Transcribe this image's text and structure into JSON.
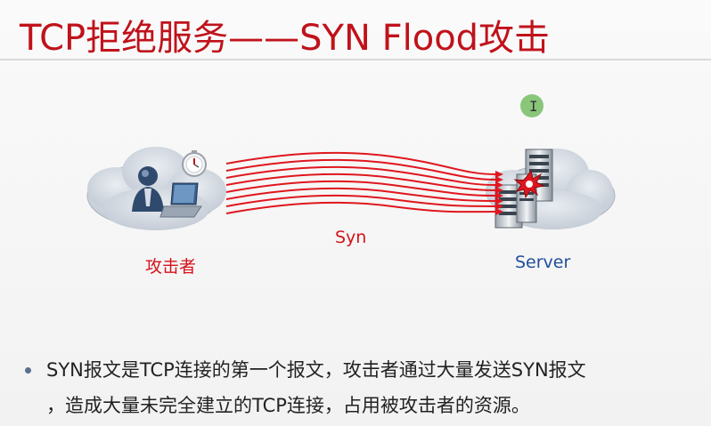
{
  "slide": {
    "title": "TCP拒绝服务——SYN Flood攻击",
    "labels": {
      "flow": "Syn",
      "attacker": "攻击者",
      "server": "Server"
    },
    "bullet": {
      "line1": "SYN报文是TCP连接的第一个报文，攻击者通过大量发送SYN报文",
      "line2": "，造成大量未完全建立的TCP连接，占用被攻击者的资源。"
    },
    "cursor_icon": "text-cursor-icon"
  },
  "colors": {
    "title": "#c0121b",
    "red_text": "#d6121b",
    "server_text": "#1f4e9a",
    "flood_lines": "#e0161e"
  }
}
